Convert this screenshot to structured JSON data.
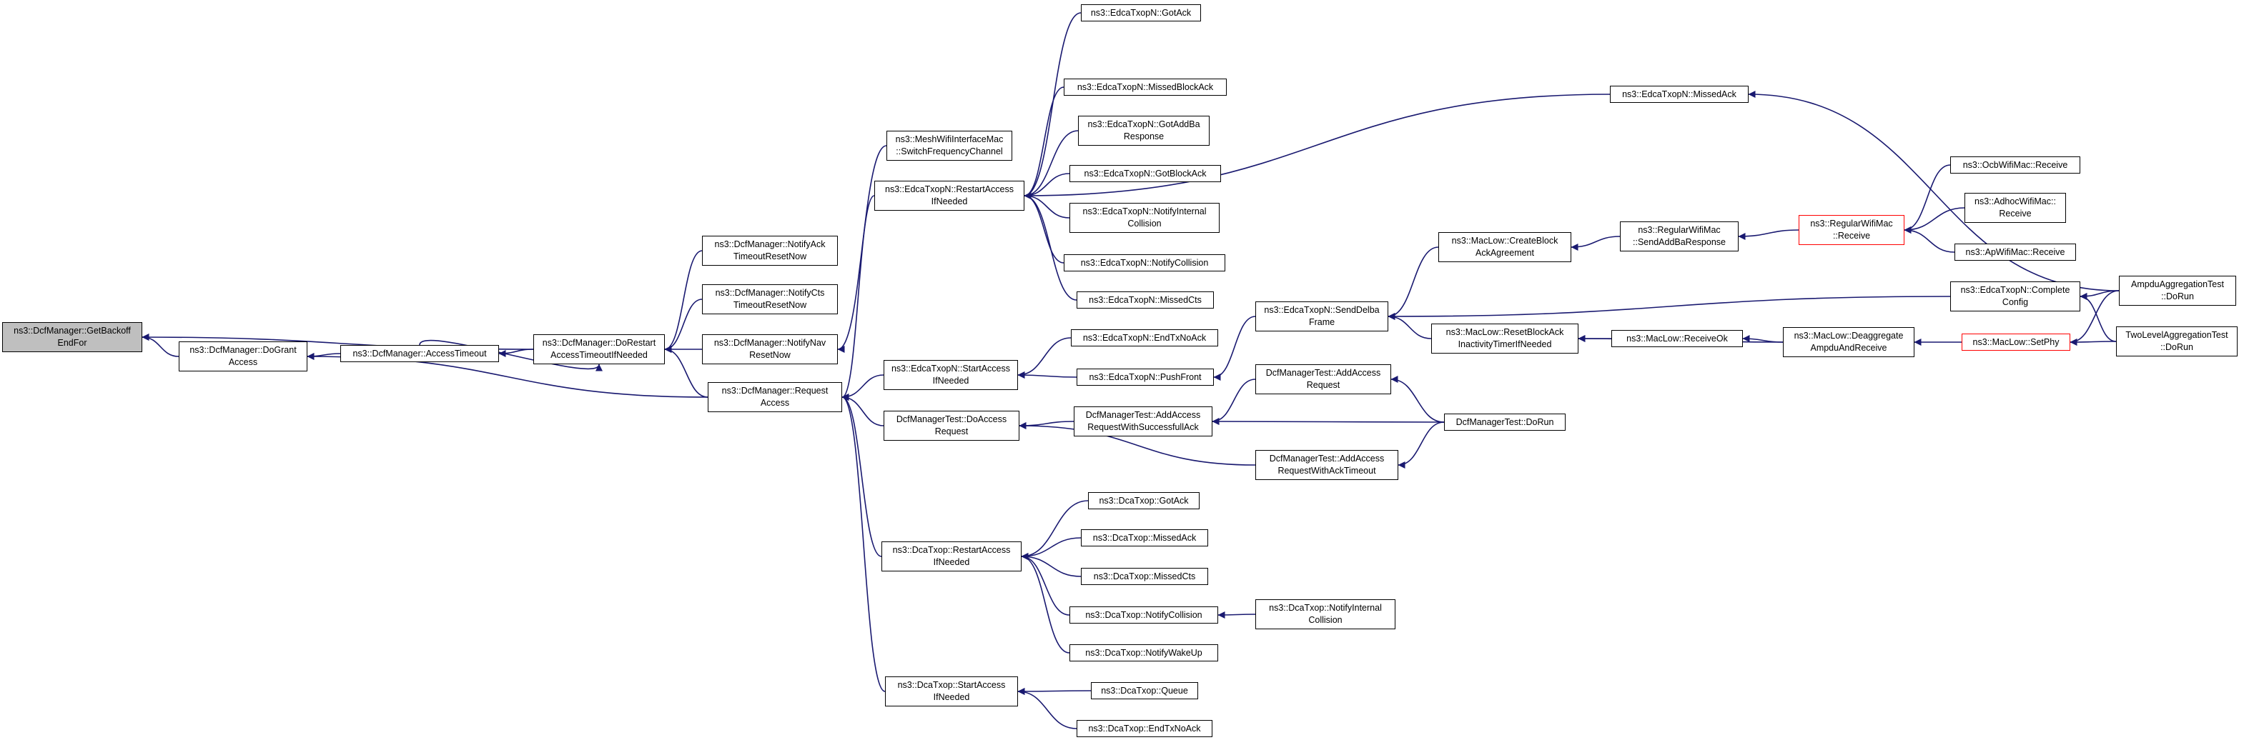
{
  "graph": {
    "title": "",
    "colors": {
      "edge": "#191970",
      "root_fill": "#bfbfbf",
      "truncated_border": "#ff0000",
      "node_border": "#000000"
    },
    "nodes": {
      "root": "ns3::DcfManager::GetBackoff\nEndFor",
      "doGrantAccess": "ns3::DcfManager::DoGrant\nAccess",
      "accessTimeout": "ns3::DcfManager::AccessTimeout",
      "doRestart": "ns3::DcfManager::DoRestart\nAccessTimeoutIfNeeded",
      "notifyAck": "ns3::DcfManager::NotifyAck\nTimeoutResetNow",
      "notifyCts": "ns3::DcfManager::NotifyCts\nTimeoutResetNow",
      "notifyNav": "ns3::DcfManager::NotifyNav\nResetNow",
      "requestAccess": "ns3::DcfManager::Request\nAccess",
      "meshSwitch": "ns3::MeshWifiInterfaceMac\n::SwitchFrequencyChannel",
      "edcaRestart": "ns3::EdcaTxopN::RestartAccess\nIfNeeded",
      "edcaGotAck": "ns3::EdcaTxopN::GotAck",
      "edcaMissedBlockAck": "ns3::EdcaTxopN::MissedBlockAck",
      "edcaGotAddBa": "ns3::EdcaTxopN::GotAddBa\nResponse",
      "edcaGotBlockAck": "ns3::EdcaTxopN::GotBlockAck",
      "edcaNotifyInternal": "ns3::EdcaTxopN::NotifyInternal\nCollision",
      "edcaNotifyCollision": "ns3::EdcaTxopN::NotifyCollision",
      "edcaMissedCts": "ns3::EdcaTxopN::MissedCts",
      "edcaMissedAck": "ns3::EdcaTxopN::MissedAck",
      "edcaStart": "ns3::EdcaTxopN::StartAccess\nIfNeeded",
      "edcaEndTxNoAck": "ns3::EdcaTxopN::EndTxNoAck",
      "edcaPushFront": "ns3::EdcaTxopN::PushFront",
      "dcfTestDoAccess": "DcfManagerTest::DoAccess\nRequest",
      "dcfTestAddSuccess": "DcfManagerTest::AddAccess\nRequestWithSuccessfullAck",
      "dcfTestAddReq": "DcfManagerTest::AddAccess\nRequest",
      "dcfTestAddTimeout": "DcfManagerTest::AddAccess\nRequestWithAckTimeout",
      "dcfTestDoRun": "DcfManagerTest::DoRun",
      "edcaSendDelba": "ns3::EdcaTxopN::SendDelba\nFrame",
      "macCreateBlock": "ns3::MacLow::CreateBlock\nAckAgreement",
      "macResetBlock": "ns3::MacLow::ResetBlockAck\nInactivityTimerIfNeeded",
      "regSendAddBa": "ns3::RegularWifiMac\n::SendAddBaResponse",
      "regReceive": "ns3::RegularWifiMac\n::Receive",
      "ocbReceive": "ns3::OcbWifiMac::Receive",
      "adhocReceive": "ns3::AdhocWifiMac::\nReceive",
      "apReceive": "ns3::ApWifiMac::Receive",
      "macReceiveOk": "ns3::MacLow::ReceiveOk",
      "macDeaggregate": "ns3::MacLow::Deaggregate\nAmpduAndReceive",
      "macSetPhy": "ns3::MacLow::SetPhy",
      "edcaComplete": "ns3::EdcaTxopN::Complete\nConfig",
      "ampduTest": "AmpduAggregationTest\n::DoRun",
      "twoLevelTest": "TwoLevelAggregationTest\n::DoRun",
      "dcaRestart": "ns3::DcaTxop::RestartAccess\nIfNeeded",
      "dcaGotAck": "ns3::DcaTxop::GotAck",
      "dcaMissedAck": "ns3::DcaTxop::MissedAck",
      "dcaMissedCts": "ns3::DcaTxop::MissedCts",
      "dcaNotifyCollision": "ns3::DcaTxop::NotifyCollision",
      "dcaNotifyInternal": "ns3::DcaTxop::NotifyInternal\nCollision",
      "dcaNotifyWakeUp": "ns3::DcaTxop::NotifyWakeUp",
      "dcaStart": "ns3::DcaTxop::StartAccess\nIfNeeded",
      "dcaQueue": "ns3::DcaTxop::Queue",
      "dcaEndTxNoAck": "ns3::DcaTxop::EndTxNoAck"
    },
    "edges": [
      [
        "doGrantAccess",
        "root"
      ],
      [
        "doRestart",
        "root"
      ],
      [
        "accessTimeout",
        "doGrantAccess"
      ],
      [
        "requestAccess",
        "doGrantAccess"
      ],
      [
        "doRestart",
        "accessTimeout"
      ],
      [
        "accessTimeout",
        "doRestart"
      ],
      [
        "notifyAck",
        "doRestart"
      ],
      [
        "notifyCts",
        "doRestart"
      ],
      [
        "notifyNav",
        "doRestart"
      ],
      [
        "requestAccess",
        "doRestart"
      ],
      [
        "meshSwitch",
        "notifyNav"
      ],
      [
        "edcaRestart",
        "requestAccess"
      ],
      [
        "edcaStart",
        "requestAccess"
      ],
      [
        "dcfTestDoAccess",
        "requestAccess"
      ],
      [
        "dcaRestart",
        "requestAccess"
      ],
      [
        "dcaStart",
        "requestAccess"
      ],
      [
        "edcaGotAck",
        "edcaRestart"
      ],
      [
        "edcaMissedBlockAck",
        "edcaRestart"
      ],
      [
        "edcaGotAddBa",
        "edcaRestart"
      ],
      [
        "edcaGotBlockAck",
        "edcaRestart"
      ],
      [
        "edcaNotifyInternal",
        "edcaRestart"
      ],
      [
        "edcaNotifyCollision",
        "edcaRestart"
      ],
      [
        "edcaMissedCts",
        "edcaRestart"
      ],
      [
        "edcaMissedAck",
        "edcaRestart"
      ],
      [
        "ampduTest",
        "edcaMissedAck"
      ],
      [
        "edcaEndTxNoAck",
        "edcaStart"
      ],
      [
        "edcaPushFront",
        "edcaStart"
      ],
      [
        "edcaSendDelba",
        "edcaPushFront"
      ],
      [
        "dcfTestAddSuccess",
        "dcfTestDoAccess"
      ],
      [
        "dcfTestAddTimeout",
        "dcfTestDoAccess"
      ],
      [
        "dcfTestAddReq",
        "dcfTestAddSuccess"
      ],
      [
        "dcfTestDoRun",
        "dcfTestAddSuccess"
      ],
      [
        "dcfTestDoRun",
        "dcfTestAddReq"
      ],
      [
        "dcfTestDoRun",
        "dcfTestAddTimeout"
      ],
      [
        "macCreateBlock",
        "edcaSendDelba"
      ],
      [
        "macResetBlock",
        "edcaSendDelba"
      ],
      [
        "edcaComplete",
        "edcaSendDelba"
      ],
      [
        "regSendAddBa",
        "macCreateBlock"
      ],
      [
        "regReceive",
        "regSendAddBa"
      ],
      [
        "ocbReceive",
        "regReceive"
      ],
      [
        "adhocReceive",
        "regReceive"
      ],
      [
        "apReceive",
        "regReceive"
      ],
      [
        "macReceiveOk",
        "macResetBlock"
      ],
      [
        "macDeaggregate",
        "macResetBlock"
      ],
      [
        "macDeaggregate",
        "macReceiveOk"
      ],
      [
        "macSetPhy",
        "macDeaggregate"
      ],
      [
        "ampduTest",
        "macSetPhy"
      ],
      [
        "twoLevelTest",
        "macSetPhy"
      ],
      [
        "ampduTest",
        "edcaComplete"
      ],
      [
        "twoLevelTest",
        "edcaComplete"
      ],
      [
        "dcaGotAck",
        "dcaRestart"
      ],
      [
        "dcaMissedAck",
        "dcaRestart"
      ],
      [
        "dcaMissedCts",
        "dcaRestart"
      ],
      [
        "dcaNotifyCollision",
        "dcaRestart"
      ],
      [
        "dcaNotifyWakeUp",
        "dcaRestart"
      ],
      [
        "dcaNotifyInternal",
        "dcaNotifyCollision"
      ],
      [
        "dcaQueue",
        "dcaStart"
      ],
      [
        "dcaEndTxNoAck",
        "dcaStart"
      ]
    ]
  }
}
